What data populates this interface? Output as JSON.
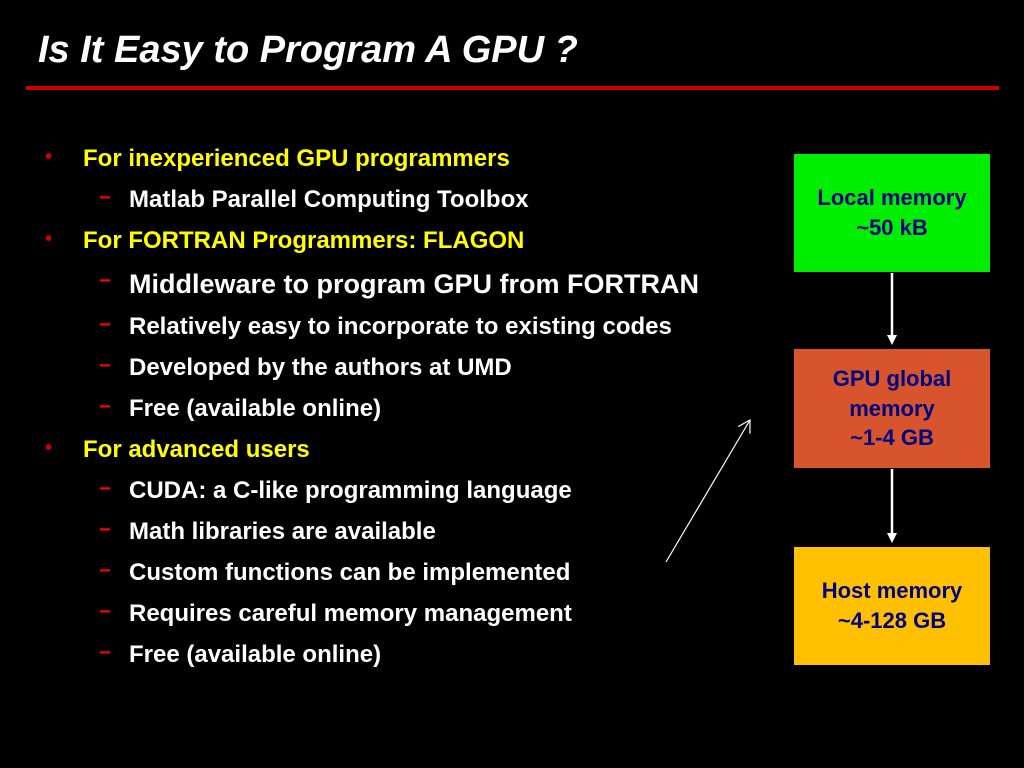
{
  "slide": {
    "title": "Is It Easy to Program A GPU ?"
  },
  "bullets": [
    {
      "level": 1,
      "text": "For inexperienced GPU programmers"
    },
    {
      "level": 2,
      "text": "Matlab Parallel Computing Toolbox"
    },
    {
      "level": 1,
      "text": "For FORTRAN Programmers: FLAGON"
    },
    {
      "level": 2,
      "text": "Middleware to program GPU from FORTRAN"
    },
    {
      "level": 2,
      "text": "Relatively easy to incorporate to existing codes"
    },
    {
      "level": 2,
      "text": "Developed by the authors at UMD"
    },
    {
      "level": 2,
      "text": "Free (available online)"
    },
    {
      "level": 1,
      "text": "For advanced users"
    },
    {
      "level": 2,
      "text": "CUDA: a C-like programming language"
    },
    {
      "level": 2,
      "text": "Math libraries are available"
    },
    {
      "level": 2,
      "text": "Custom functions can be implemented"
    },
    {
      "level": 2,
      "text": "Requires careful memory management"
    },
    {
      "level": 2,
      "text": "Free (available online)"
    }
  ],
  "bullet_markers": {
    "level1": "•",
    "level2": "−"
  },
  "memory_diagram": {
    "boxes": [
      {
        "label": "Local memory",
        "size": "~50 kB"
      },
      {
        "label_line1": "GPU global",
        "label_line2": "memory",
        "size": "~1-4 GB"
      },
      {
        "label": "Host memory",
        "size": "~4-128 GB"
      }
    ]
  },
  "colors": {
    "background": "#000000",
    "title_text": "#ffffff",
    "title_rule": "#cc0000",
    "level1_text": "#ffff00",
    "level1_bullet": "#cc0000",
    "level2_text": "#ffffff",
    "level2_dash": "#ff0000",
    "local_memory_box": "#00ee00",
    "gpu_memory_box": "#d8542c",
    "host_memory_box": "#ffc000",
    "box_text": "#000080",
    "arrows": "#ffffff"
  }
}
